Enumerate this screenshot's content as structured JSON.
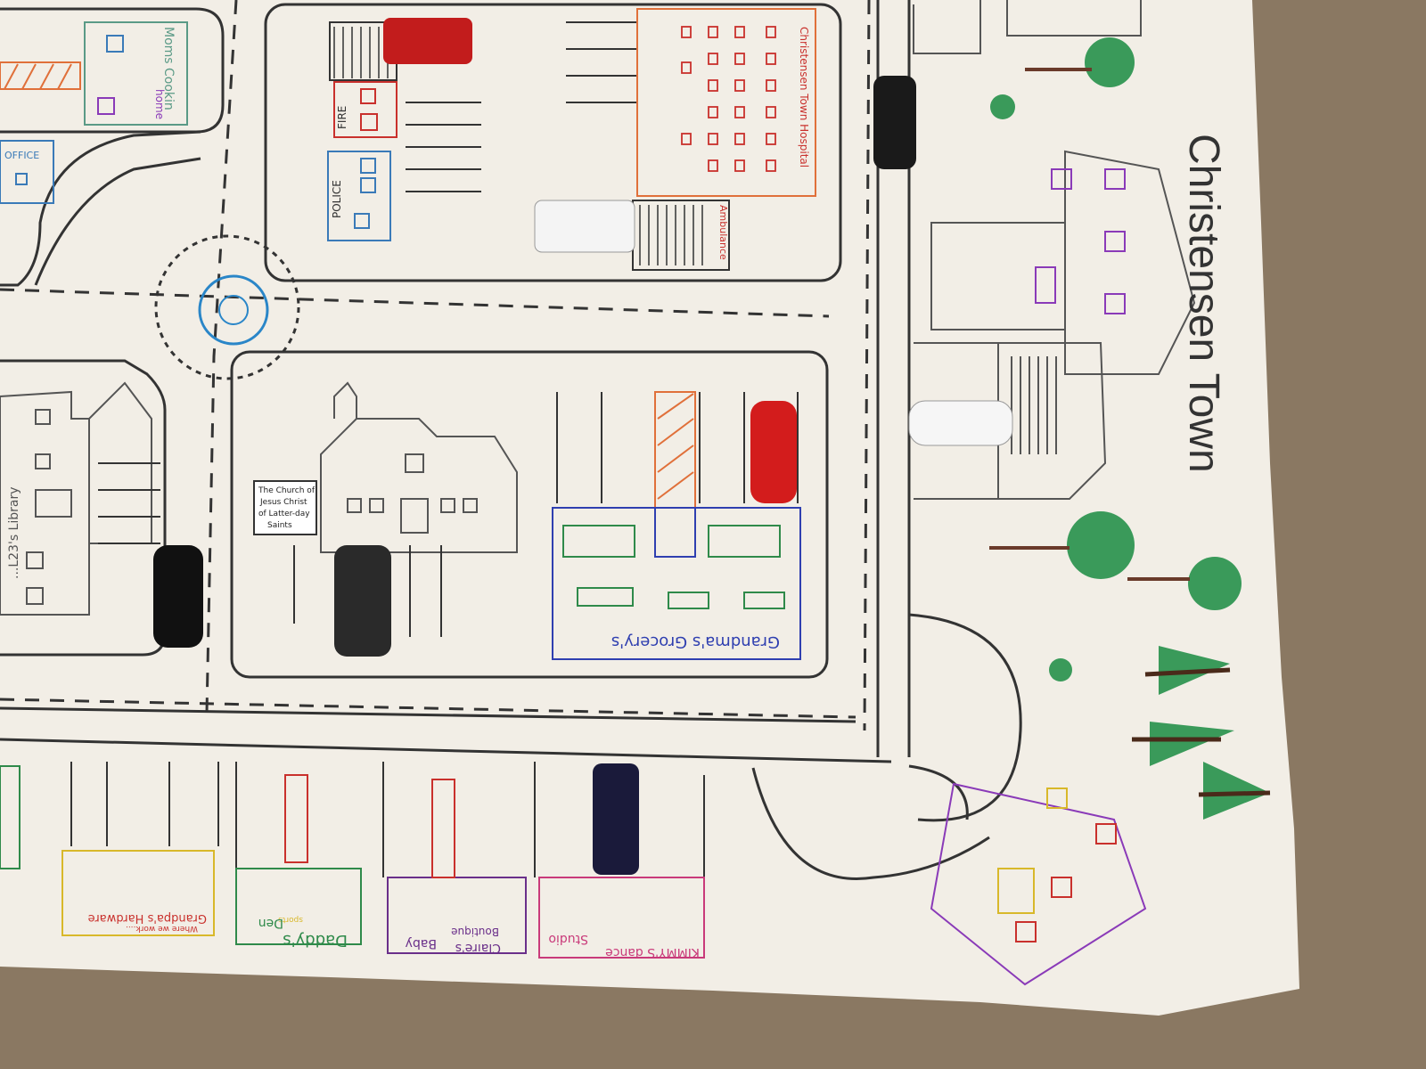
{
  "colors": {
    "carpet": "#8a7862",
    "cloth": "#f2eee6",
    "ink": "#2b2b2b",
    "red": "#c9302c",
    "orange": "#e0703a",
    "blue": "#2f3fb0",
    "green": "#2f8a4a",
    "purple": "#6a2f8a",
    "yellow": "#d8b82a"
  },
  "buildings": {
    "moms_cookin": "Moms Cookin",
    "moms_home": "home",
    "office": "OFFICE",
    "fire": "FIRE",
    "police": "POLICE",
    "hospital": "Christensen Town Hospital",
    "ambulance": "Ambulance",
    "library": "...L23's Library",
    "church_line1": "The Church of",
    "church_line2": "Jesus Christ",
    "church_line3": "of Latter-day",
    "church_line4": "Saints",
    "grocery": "Grandma's Grocery's",
    "hardware_name": "Grandpa's Hardware",
    "hardware_slogan": "Where we work....",
    "sports_name": "Daddy's",
    "sports_mid": "sports",
    "sports_den": "Den",
    "boutique_line1": "Claire's",
    "boutique_line2": "Baby",
    "boutique_line3": "Boutique",
    "dance_line1": "KIMMY'S dance",
    "dance_line2": "Studio"
  },
  "town_title": "Christensen Town"
}
